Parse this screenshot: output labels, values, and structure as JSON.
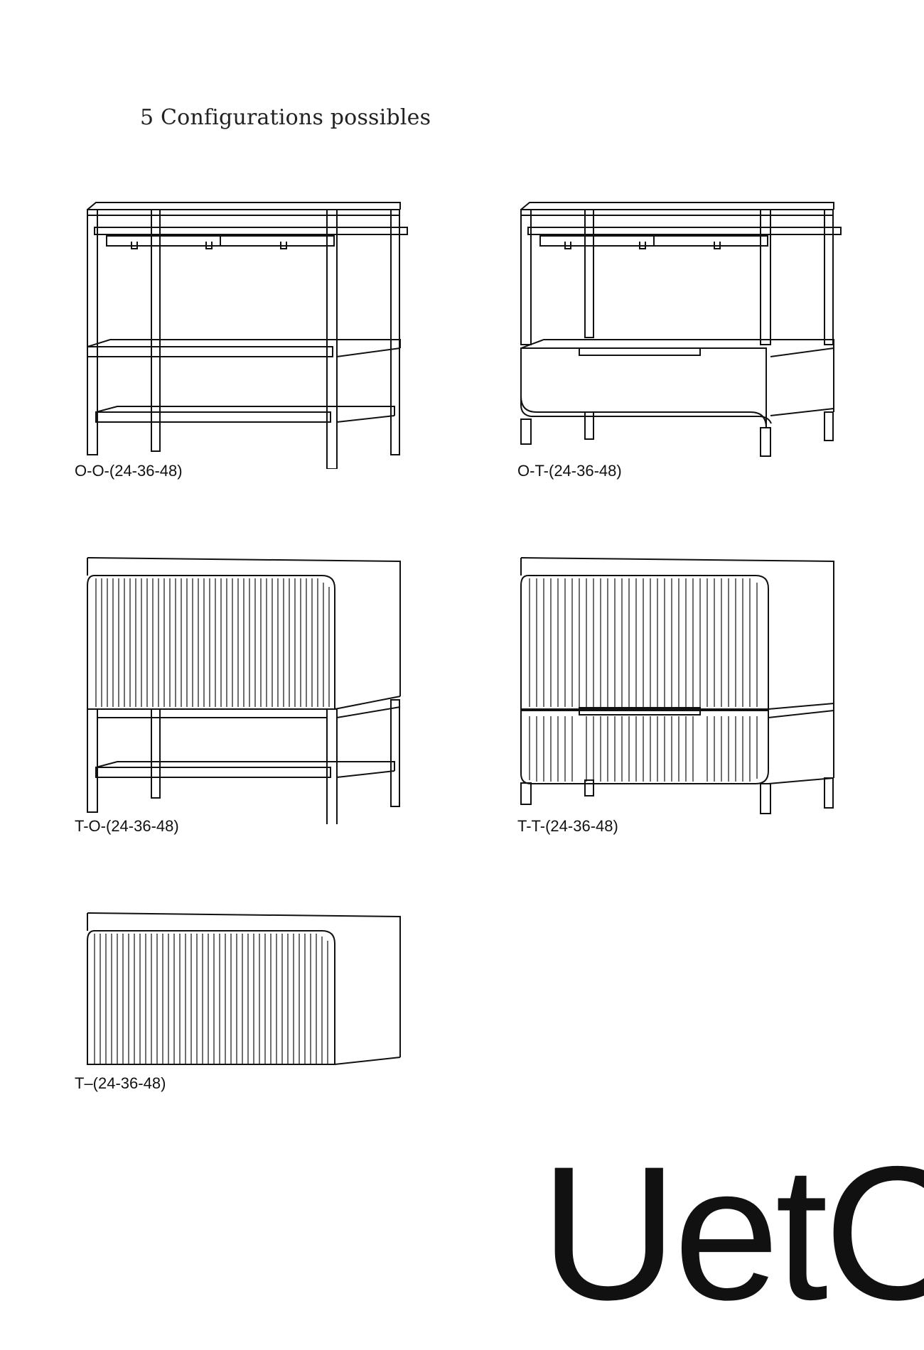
{
  "page": {
    "title": "5 Configurations possibles",
    "logo_text": "UetC"
  },
  "configurations": [
    {
      "code": "O-O-(24-36-48)",
      "top": "open",
      "bottom": "open"
    },
    {
      "code": "O-T-(24-36-48)",
      "top": "open",
      "bottom": "drawer"
    },
    {
      "code": "T-O-(24-36-48)",
      "top": "drawer",
      "bottom": "open"
    },
    {
      "code": "T-T-(24-36-48)",
      "top": "drawer",
      "bottom": "drawer"
    },
    {
      "code": "T–(24-36-48)",
      "top": "drawer",
      "bottom": "none"
    }
  ]
}
